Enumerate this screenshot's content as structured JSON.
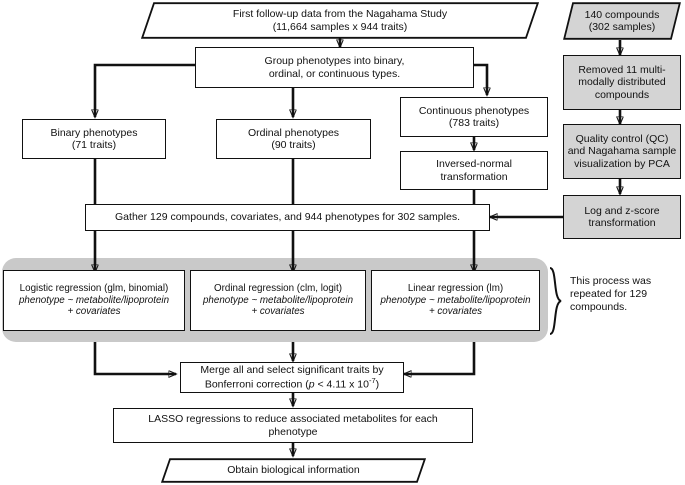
{
  "diagram": {
    "title": "Nagahama Study metabolome-phenotype association analysis workflow",
    "colors": {
      "line": "#111111",
      "box_fill": "#ffffff",
      "gray_box_fill": "#d4d4d4",
      "band_fill": "#c9c9c9",
      "text": "#111111"
    },
    "nodes": {
      "source_data": {
        "shape": "parallelogram",
        "line1": "First follow-up data from the Nagahama Study",
        "line2": "(11,664 samples x 944 traits)"
      },
      "compounds_source": {
        "shape": "parallelogram",
        "line1": "140 compounds",
        "line2": "(302 samples)"
      },
      "group_phenotypes": {
        "shape": "rect",
        "line1": "Group phenotypes into binary,",
        "line2": "ordinal, or continuous types."
      },
      "removed_multimodal": {
        "shape": "rect-gray",
        "line1": "Removed 11 multi-",
        "line2": "modally distributed",
        "line3": "compounds"
      },
      "binary_phenotypes": {
        "shape": "rect",
        "line1": "Binary phenotypes",
        "line2": "(71 traits)"
      },
      "ordinal_phenotypes": {
        "shape": "rect",
        "line1": "Ordinal phenotypes",
        "line2": "(90 traits)"
      },
      "continuous_phenotypes": {
        "shape": "rect",
        "line1": "Continuous phenotypes",
        "line2": "(783 traits)"
      },
      "quality_control": {
        "shape": "rect-gray",
        "line1": "Quality control (QC)",
        "line2": "and Nagahama sample",
        "line3": "visualization by PCA"
      },
      "inversed_normal": {
        "shape": "rect",
        "line1": "Inversed-normal",
        "line2": "transformation"
      },
      "log_zscore": {
        "shape": "rect-gray",
        "line1": "Log and z-score",
        "line2": "transformation"
      },
      "gather": {
        "shape": "rect",
        "line1": "Gather 129 compounds, covariates, and 944 phenotypes for 302 samples."
      },
      "logistic_regression": {
        "shape": "rect",
        "line1": "Logistic regression (glm, binomial)",
        "line2": "phenotype ~ metabolite/lipoprotein",
        "line3": "+ covariates"
      },
      "ordinal_regression": {
        "shape": "rect",
        "line1": "Ordinal regression (clm, logit)",
        "line2": "phenotype ~ metabolite/lipoprotein",
        "line3": "+ covariates"
      },
      "linear_regression": {
        "shape": "rect",
        "line1": "Linear regression (lm)",
        "line2": "phenotype ~ metabolite/lipoprotein",
        "line3": "+ covariates"
      },
      "repeat_note": {
        "shape": "annotation",
        "line1": "This process was",
        "line2": "repeated for 129",
        "line3": "compounds."
      },
      "merge_select": {
        "shape": "rect",
        "line1": "Merge all and select significant traits by",
        "line2_prefix": "Bonferroni correction (",
        "line2_italic": "p",
        "line2_mid": " < 4.11 x 10",
        "line2_sup": "-7",
        "line2_suffix": ")"
      },
      "lasso": {
        "shape": "rect",
        "line1": "LASSO regressions to reduce associated metabolites for each",
        "line2": "phenotype"
      },
      "obtain_info": {
        "shape": "parallelogram",
        "line1": "Obtain biological information"
      }
    }
  }
}
